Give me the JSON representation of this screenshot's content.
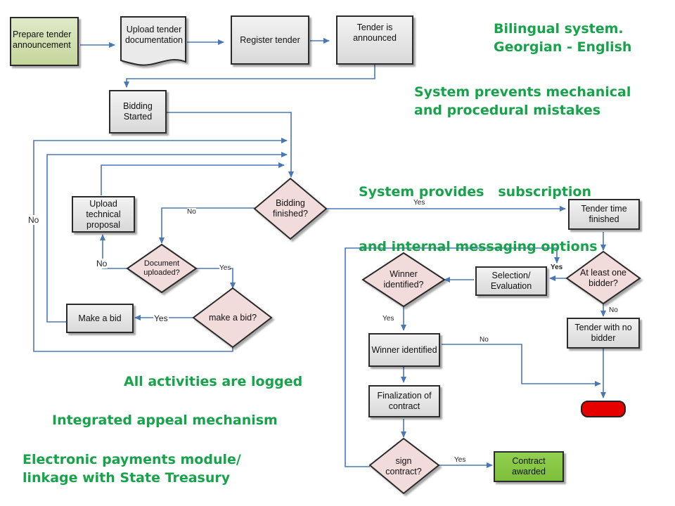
{
  "nodes": {
    "prepare": "Prepare tender announcement",
    "upload_doc": "Upload tender documentation",
    "register": "Register tender",
    "announced": "Tender is announced",
    "bidding_started": "Bidding Started",
    "bidding_finished": "Bidding finished?",
    "upload_tech": "Upload technical proposal",
    "doc_uploaded": "Document uploaded?",
    "make_bid_q": "make a bid?",
    "make_bid": "Make a bid",
    "tender_time": "Tender time finished",
    "at_least_one": "At least one bidder?",
    "selection": "Selection/ Evaluation",
    "winner_q": "Winner identified?",
    "winner": "Winner identified",
    "no_bidder": "Tender with no bidder",
    "finalization": "Finalization of contract",
    "sign_q": "sign contract?",
    "awarded": "Contract awarded"
  },
  "labels": {
    "no_loop": "No",
    "no_bidding": "No",
    "no_doc": "No",
    "yes_doc": "Yes",
    "yes_bid": "Yes",
    "yes_finished": "Yes",
    "yes_bidder": "Yes",
    "no_bidder": "No",
    "yes_winner": "Yes",
    "no_winner": "No",
    "yes_sign": "Yes"
  },
  "notes": {
    "bilingual_1": "Bilingual system.",
    "bilingual_2": "Georgian - English",
    "prevents_1": "System prevents mechanical",
    "prevents_2": "and procedural mistakes",
    "subscription_1": "System provides   subscription",
    "subscription_2": "and internal messaging options",
    "logged": "All activities are logged",
    "appeal": "Integrated appeal mechanism",
    "payments_1": "Electronic payments module/",
    "payments_2": "linkage with State Treasury"
  },
  "colors": {
    "connector": "#4a78b5",
    "note_text": "#16a34a",
    "decision_fill": "#f2dcdb",
    "stop": "#e60000",
    "awarded": "#92d050"
  }
}
